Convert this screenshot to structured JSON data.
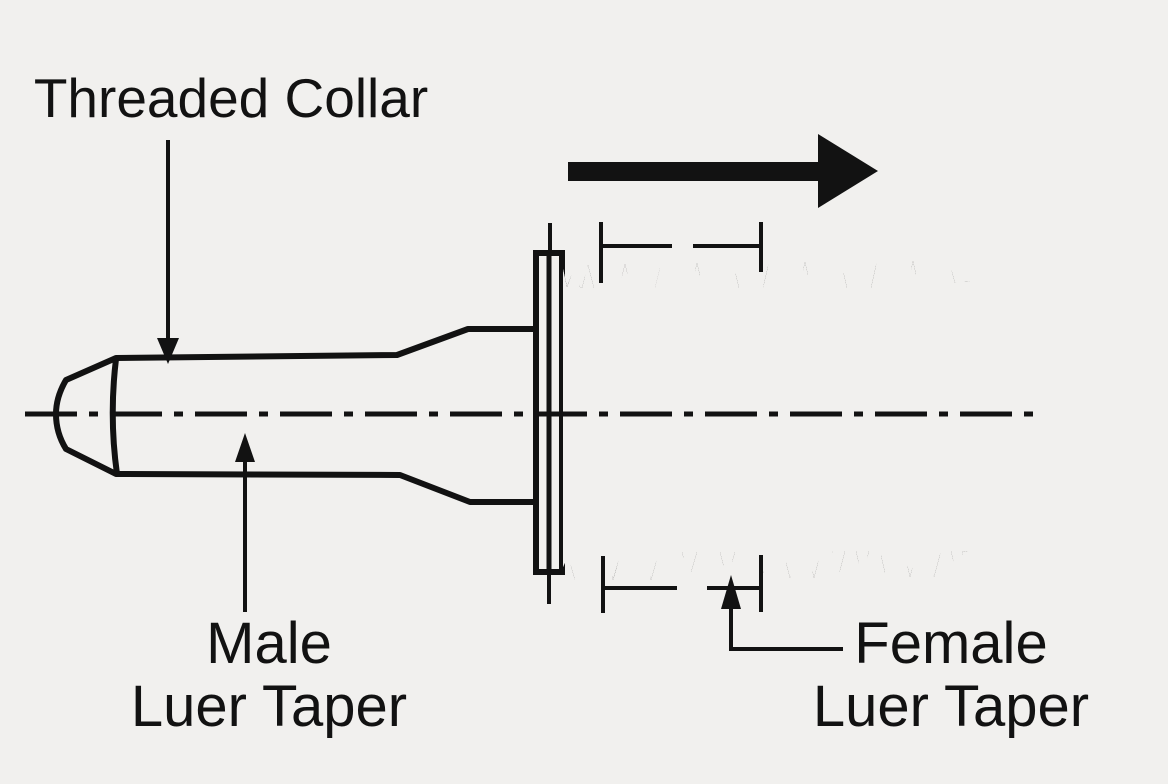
{
  "diagram": {
    "type": "technical-line-drawing",
    "subject": "Luer lock connection fittings",
    "colors": {
      "background": "#f1f0ee",
      "ink": "#121212"
    },
    "labels": {
      "threaded_collar": "Threaded Collar",
      "male": {
        "line1": "Male",
        "line2": "Luer Taper"
      },
      "female": {
        "line1": "Female",
        "line2": "Luer Taper"
      }
    },
    "icons": {
      "direction_arrow": "thick right-pointing arrow indicating assembly direction"
    },
    "callouts": [
      {
        "text": "Threaded Collar",
        "arrow": "points down to collar barrel"
      },
      {
        "text": "Male Luer Taper",
        "arrow": "points up to male taper body"
      },
      {
        "text": "Female Luer Taper",
        "arrow": "points up to threaded female fitting"
      }
    ]
  }
}
